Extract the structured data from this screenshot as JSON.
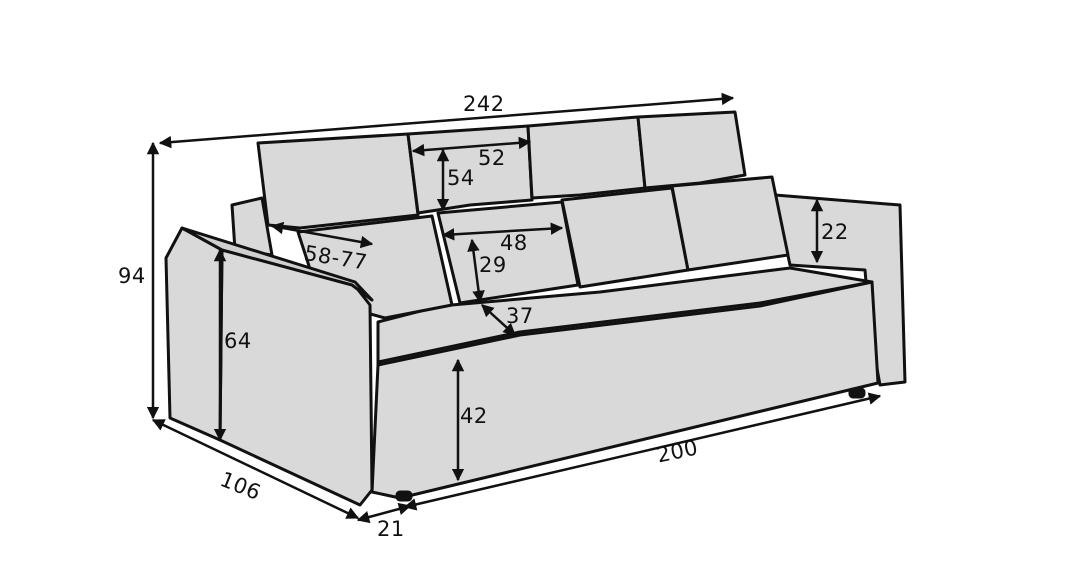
{
  "colors": {
    "ink": "#111111",
    "sofa_fill": "#d9d9d9",
    "sofa_fill_shade": "#cfcfcf",
    "background": "#ffffff"
  },
  "dimensions": {
    "overall_width": "242",
    "overall_height": "94",
    "overall_depth": "106",
    "bed_width": "200",
    "base_gap": "21",
    "armrest_height": "64",
    "seat_height": "42",
    "seat_depth": "58-77",
    "back_cushion_width": "52",
    "back_cushion_height": "54",
    "pillow_width": "48",
    "pillow_height": "29",
    "pillow_depth": "37",
    "armrest_rise": "22"
  }
}
